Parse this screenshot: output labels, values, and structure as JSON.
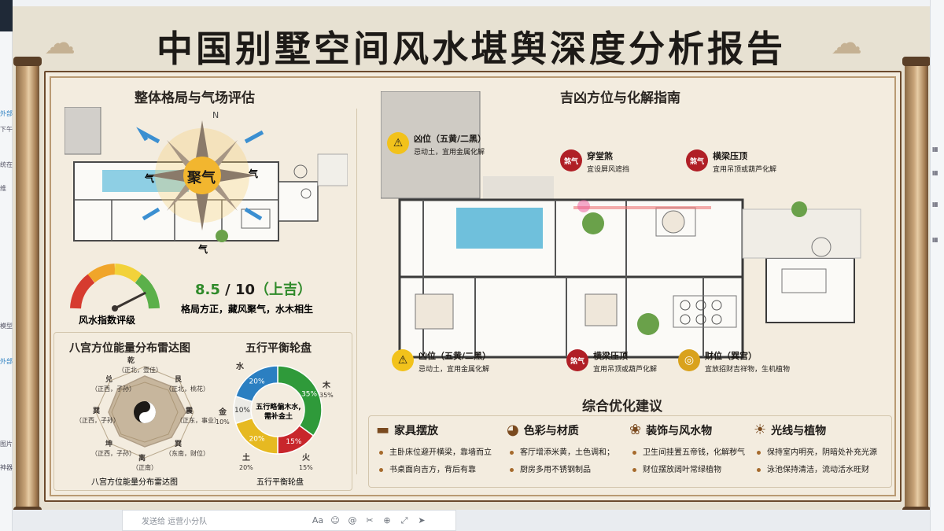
{
  "report": {
    "title": "中国别墅空间风水堪舆深度分析报告",
    "left": {
      "section_title": "整体格局与气场评估",
      "center_badge": "聚气",
      "qi_labels": [
        "气",
        "气",
        "气"
      ],
      "compass_n": "N",
      "score_main": "8.5",
      "score_sep": " / 10",
      "score_rating": "（上吉）",
      "score_desc": "格局方正，藏风聚气，水木相生",
      "gauge_label": "风水指数评级",
      "gauge_value": 0.85
    },
    "bagua": {
      "title": "八宫方位能量分布雷达图",
      "caption": "八宫方位能量分布雷达图",
      "points": [
        {
          "name": "乾",
          "sub": "（正北，壹佳）"
        },
        {
          "name": "艮",
          "sub": "（正北，桃花）"
        },
        {
          "name": "震",
          "sub": "（正东，事业）"
        },
        {
          "name": "巽",
          "sub": "（东南，财位）"
        },
        {
          "name": "离",
          "sub": "（正南）"
        },
        {
          "name": "坤",
          "sub": "（正西，子孙）"
        },
        {
          "name": "巽",
          "sub": "（正西，子孙）"
        },
        {
          "name": "兑",
          "sub": "（正西，子孙）"
        }
      ]
    },
    "wuxing": {
      "title": "五行平衡轮盘",
      "caption": "五行平衡轮盘",
      "center_text_1": "五行略偏木水,",
      "center_text_2": "需补金土",
      "segments": [
        {
          "name": "木",
          "value": "35%",
          "pct": 35,
          "color": "#2f9a3a"
        },
        {
          "name": "火",
          "value": "15%",
          "pct": 15,
          "color": "#c8262b"
        },
        {
          "name": "土",
          "value": "20%",
          "pct": 20,
          "color": "#e6b921"
        },
        {
          "name": "金",
          "value": "10%",
          "pct": 10,
          "color": "#ecebe6"
        },
        {
          "name": "水",
          "value": "20%",
          "pct": 20,
          "color": "#2b7fc1"
        }
      ]
    },
    "right": {
      "section_title": "吉凶方位与化解指南",
      "markers": [
        {
          "title": "凶位（五黄/二黑）",
          "desc": "忌动土，宜用金属化解",
          "badge": "⚠"
        },
        {
          "title": "穿堂煞",
          "desc": "宜设屏风遮挡",
          "badge": "煞气"
        },
        {
          "title": "横梁压顶",
          "desc": "宜用吊顶或葫芦化解",
          "badge": "煞气"
        },
        {
          "title": "凶位（五黄/二黑）",
          "desc": "忌动土，宜用金属化解",
          "badge": "⚠"
        },
        {
          "title": "横梁压顶",
          "desc": "宜用吊顶或葫芦化解",
          "badge": "煞气"
        },
        {
          "title": "财位（巽宫）",
          "desc": "宜放招财吉祥物，生机植物",
          "badge": "◎"
        }
      ]
    },
    "advice": {
      "title": "综合优化建议",
      "groups": [
        {
          "icon": "sofa-icon",
          "heading": "家具摆放",
          "items": [
            "主卧床位避开横梁，靠墙而立",
            "书桌面向吉方，背后有靠"
          ]
        },
        {
          "icon": "palette-icon",
          "heading": "色彩与材质",
          "items": [
            "客厅增添米黄，土色调和；",
            "厨房多用不锈钢制品"
          ]
        },
        {
          "icon": "gourd-icon",
          "heading": "装饰与风水物",
          "items": [
            "卫生间挂置五帝钱，化解秽气",
            "财位摆放阔叶常绿植物"
          ]
        },
        {
          "icon": "sun-icon",
          "heading": "光线与植物",
          "items": [
            "保持室内明亮，阴暗处补充光源",
            "泳池保持清洁，流动活水旺财"
          ]
        }
      ]
    }
  },
  "chat": {
    "placeholder": "发送给 运营小分队"
  }
}
